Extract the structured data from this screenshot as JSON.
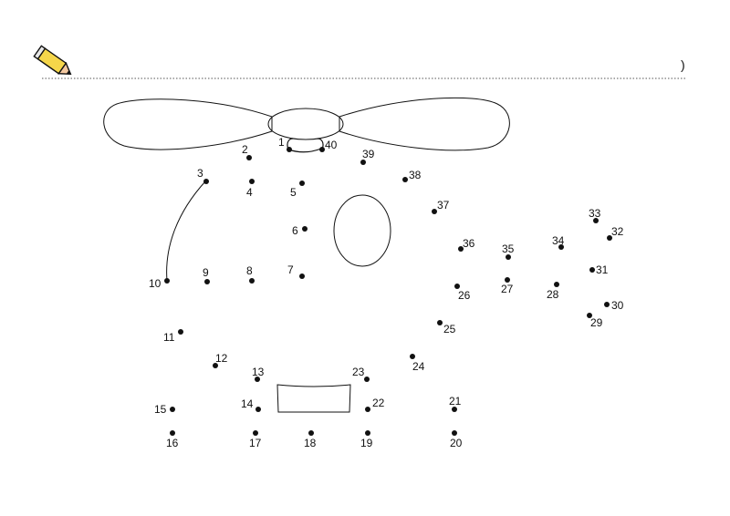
{
  "header": {
    "icon": "pencil-icon",
    "closing_paren": ")"
  },
  "colors": {
    "ink": "#111111",
    "pencil_body": "#f5d64a",
    "pencil_tip": "#f3c8a0",
    "guide_line": "#555555"
  },
  "labels": {
    "n1": "1",
    "n2": "2",
    "n3": "3",
    "n4": "4",
    "n5": "5",
    "n6": "6",
    "n7": "7",
    "n8": "8",
    "n9": "9",
    "n10": "10",
    "n11": "11",
    "n12": "12",
    "n13": "13",
    "n14": "14",
    "n15": "15",
    "n16": "16",
    "n17": "17",
    "n18": "18",
    "n19": "19",
    "n20": "20",
    "n21": "21",
    "n22": "22",
    "n23": "23",
    "n24": "24",
    "n25": "25",
    "n26": "26",
    "n27": "27",
    "n28": "28",
    "n29": "29",
    "n30": "30",
    "n31": "31",
    "n32": "32",
    "n33": "33",
    "n34": "34",
    "n35": "35",
    "n36": "36",
    "n37": "37",
    "n38": "38",
    "n39": "39",
    "n40": "40"
  }
}
